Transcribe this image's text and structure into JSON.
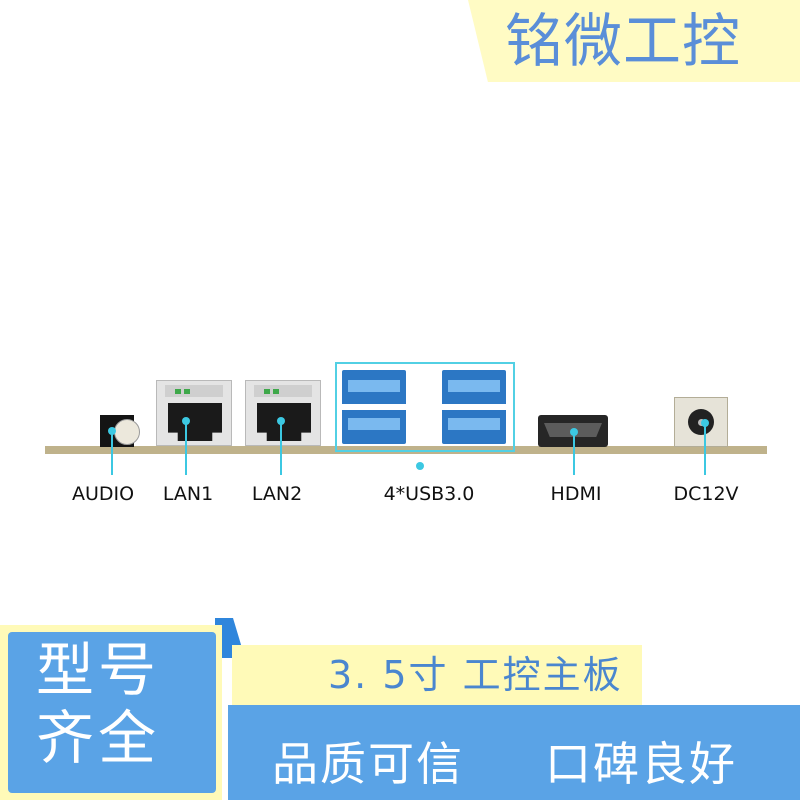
{
  "brand": {
    "name": "铭微工控"
  },
  "ports": {
    "audio": "AUDIO",
    "lan1": "LAN1",
    "lan2": "LAN2",
    "usb": "4*USB3.0",
    "hdmi": "HDMI",
    "dc": "DC12V"
  },
  "badge": {
    "line1": "型号",
    "line2": "齐全"
  },
  "product": {
    "title": "3. 5寸  工控主板"
  },
  "slogans": {
    "quality": "品质可信",
    "reputation": "口碑良好"
  },
  "colors": {
    "accent": "#3cc8e2",
    "brand_blue": "#5aa3e6",
    "banner_yellow": "#fffab8",
    "usb_blue": "#2c77c4"
  }
}
